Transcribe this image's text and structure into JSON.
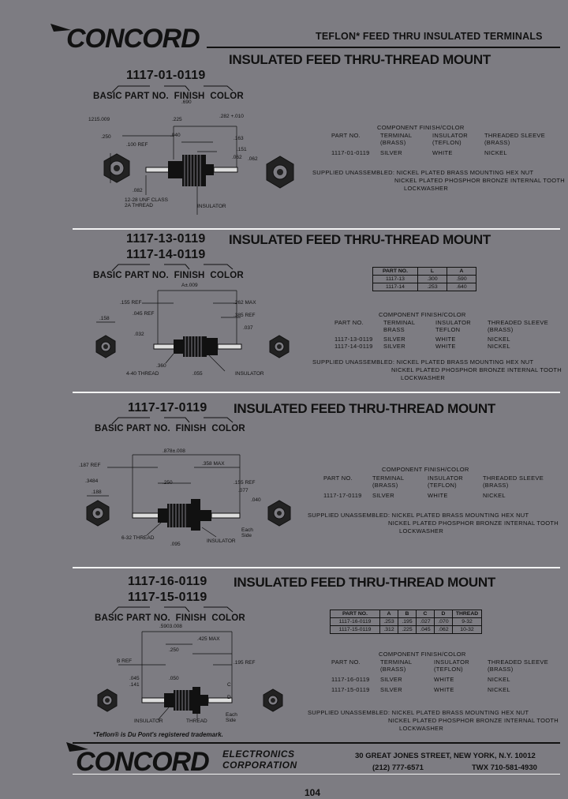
{
  "header": {
    "logo": "CONCORD",
    "title": "TEFLON* FEED THRU INSULATED TERMINALS"
  },
  "sections": [
    {
      "title": "INSULATED FEED THRU-THREAD MOUNT",
      "part_numbers": [
        "1117-01-0119"
      ],
      "part_labels": {
        "basic": "BASIC PART NO.",
        "finish": "FINISH",
        "color": "COLOR"
      },
      "dims": [
        "1215.009",
        ".690",
        ".282 +.010",
        ".225",
        ".040",
        ".250",
        ".100 REF",
        ".163",
        ".151",
        ".062",
        ".062",
        ".082",
        "12-28 UNF CLASS 2A THREAD",
        "INSULATOR"
      ],
      "component_table": {
        "title": "COMPONENT FINISH/COLOR",
        "headers": [
          "PART NO.",
          "TERMINAL (BRASS)",
          "INSULATOR (TEFLON)",
          "THREADED SLEEVE (BRASS)"
        ],
        "rows": [
          [
            "1117-01-0119",
            "SILVER",
            "WHITE",
            "NICKEL"
          ]
        ]
      },
      "supplied_label": "SUPPLIED UNASSEMBLED:",
      "supplied_lines": [
        "NICKEL PLATED BRASS MOUNTING HEX NUT",
        "NICKEL PLATED PHOSPHOR BRONZE INTERNAL TOOTH",
        "LOCKWASHER"
      ]
    },
    {
      "title": "INSULATED FEED THRU-THREAD MOUNT",
      "part_numbers": [
        "1117-13-0119",
        "1117-14-0119"
      ],
      "part_labels": {
        "basic": "BASIC PART NO.",
        "finish": "FINISH",
        "color": "COLOR"
      },
      "dims": [
        ".155 REF",
        "A±.009",
        ".262 MAX",
        ".045 REF",
        ".158",
        ".385 REF",
        ".032",
        ".037",
        ".360",
        ".055",
        "4-40 THREAD",
        "INSULATOR"
      ],
      "ab_table": {
        "headers": [
          "PART NO.",
          "L",
          "A"
        ],
        "rows": [
          [
            "1117-13",
            ".300",
            ".590"
          ],
          [
            "1117-14",
            ".253",
            ".640"
          ]
        ]
      },
      "component_table": {
        "title": "COMPONENT FINISH/COLOR",
        "headers": [
          "PART NO.",
          "TERMINAL BRASS",
          "INSULATOR TEFLON",
          "THREADED SLEEVE (BRASS)"
        ],
        "rows": [
          [
            "1117-13-0119",
            "SILVER",
            "WHITE",
            "NICKEL"
          ],
          [
            "1117-14-0119",
            "SILVER",
            "WHITE",
            "NICKEL"
          ]
        ]
      },
      "supplied_label": "SUPPLIED UNASSEMBLED:",
      "supplied_lines": [
        "NICKEL PLATED BRASS MOUNTING HEX NUT",
        "NICKEL PLATED PHOSPHOR BRONZE INTERNAL TOOTH",
        "LOCKWASHER"
      ]
    },
    {
      "title": "INSULATED FEED THRU-THREAD MOUNT",
      "part_numbers": [
        "1117-17-0119"
      ],
      "part_labels": {
        "basic": "BASIC PART NO.",
        "finish": "FINISH",
        "color": "COLOR"
      },
      "dims": [
        ".878±.008",
        ".187 REF",
        ".358 MAX",
        ".3484",
        ".250",
        ".155 REF",
        ".188",
        ".077",
        ".040",
        "6-32 THREAD",
        ".095",
        "INSULATOR",
        "Each Side"
      ],
      "component_table": {
        "title": "COMPONENT FINISH/COLOR",
        "headers": [
          "PART NO.",
          "TERMINAL (BRASS)",
          "INSULATOR (TEFLON)",
          "THREADED SLEEVE (BRASS)"
        ],
        "rows": [
          [
            "1117-17-0119",
            "SILVER",
            "WHITE",
            "NICKEL"
          ]
        ]
      },
      "supplied_label": "SUPPLIED UNASSEMBLED:",
      "supplied_lines": [
        "NICKEL PLATED BRASS MOUNTING HEX NUT",
        "NICKEL PLATED PHOSPHOR BRONZE INTERNAL TOOTH",
        "LOCKWASHER"
      ]
    },
    {
      "title": "INSULATED FEED THRU-THREAD MOUNT",
      "part_numbers": [
        "1117-16-0119",
        "1117-15-0119"
      ],
      "part_labels": {
        "basic": "BASIC PART NO.",
        "finish": "FINISH",
        "color": "COLOR"
      },
      "dims": [
        ".5903.008",
        ".425 MAX",
        ".250",
        "B REF",
        ".195 REF",
        ".045",
        ".141",
        ".050",
        "C",
        "D",
        "INSULATOR",
        "THREAD",
        "Each Side"
      ],
      "abcd_table": {
        "headers": [
          "PART NO.",
          "A",
          "B",
          "C",
          "D",
          "THREAD"
        ],
        "rows": [
          [
            "1117-16-0119",
            ".253",
            ".195",
            ".027",
            ".070",
            "9-32"
          ],
          [
            "1117-15-0119",
            ".312",
            ".225",
            ".045",
            ".062",
            "10-32"
          ]
        ]
      },
      "component_table": {
        "title": "COMPONENT FINISH/COLOR",
        "headers": [
          "PART NO.",
          "TERMINAL (BRASS)",
          "INSULATOR (TEFLON)",
          "THREADED SLEEVE (BRASS)"
        ],
        "rows": [
          [
            "1117-16-0119",
            "SILVER",
            "WHITE",
            "NICKEL"
          ],
          [
            "1117-15-0119",
            "SILVER",
            "WHITE",
            "NICKEL"
          ]
        ]
      },
      "supplied_label": "SUPPLIED UNASSEMBLED:",
      "supplied_lines": [
        "NICKEL PLATED BRASS MOUNTING HEX NUT",
        "NICKEL PLATED PHOSPHOR BRONZE INTERNAL TOOTH",
        "LOCKWASHER"
      ]
    }
  ],
  "trademark_note": "*Teflon® is Du Pont's registered trademark.",
  "footer": {
    "logo": "CONCORD",
    "company_line1": "ELECTRONICS",
    "company_line2": "CORPORATION",
    "address": "30 GREAT JONES STREET, NEW YORK, N.Y. 10012",
    "phone": "(212) 777-6571",
    "twx": "TWX 710-581-4930"
  },
  "page_number": "104",
  "colors": {
    "background": "#7d7c82",
    "ink": "#111111",
    "paper_line": "#f2f2f2"
  }
}
